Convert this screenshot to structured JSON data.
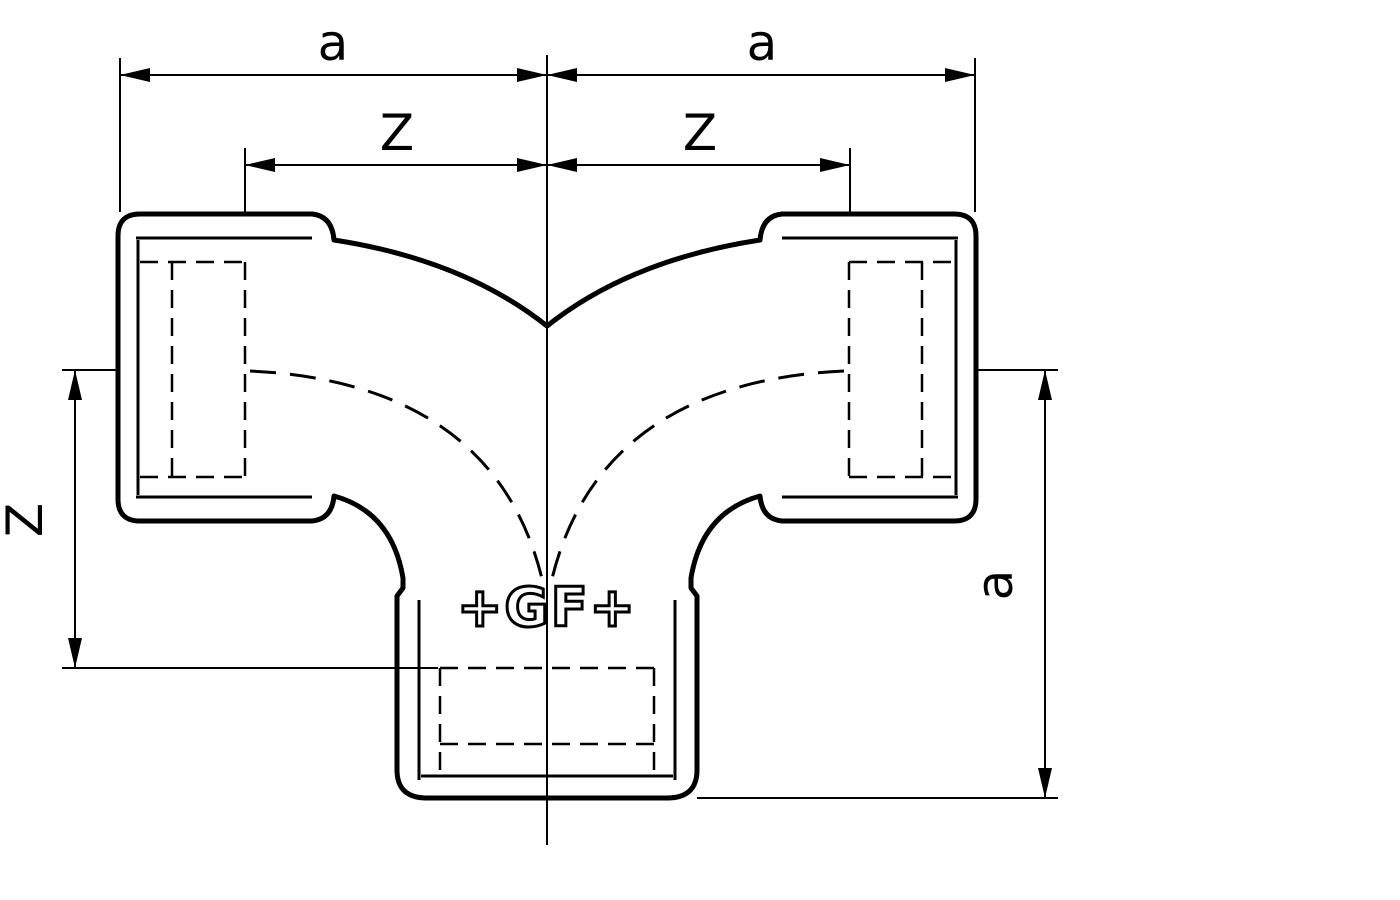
{
  "drawing": {
    "background_color": "#ffffff",
    "line_color": "#000000",
    "logo_text": "+GF+",
    "dim_labels": {
      "top_left_a": "a",
      "top_right_a": "a",
      "upper_left_z": "Z",
      "upper_right_z": "Z",
      "side_left_z": "Z",
      "side_right_a": "a"
    }
  }
}
